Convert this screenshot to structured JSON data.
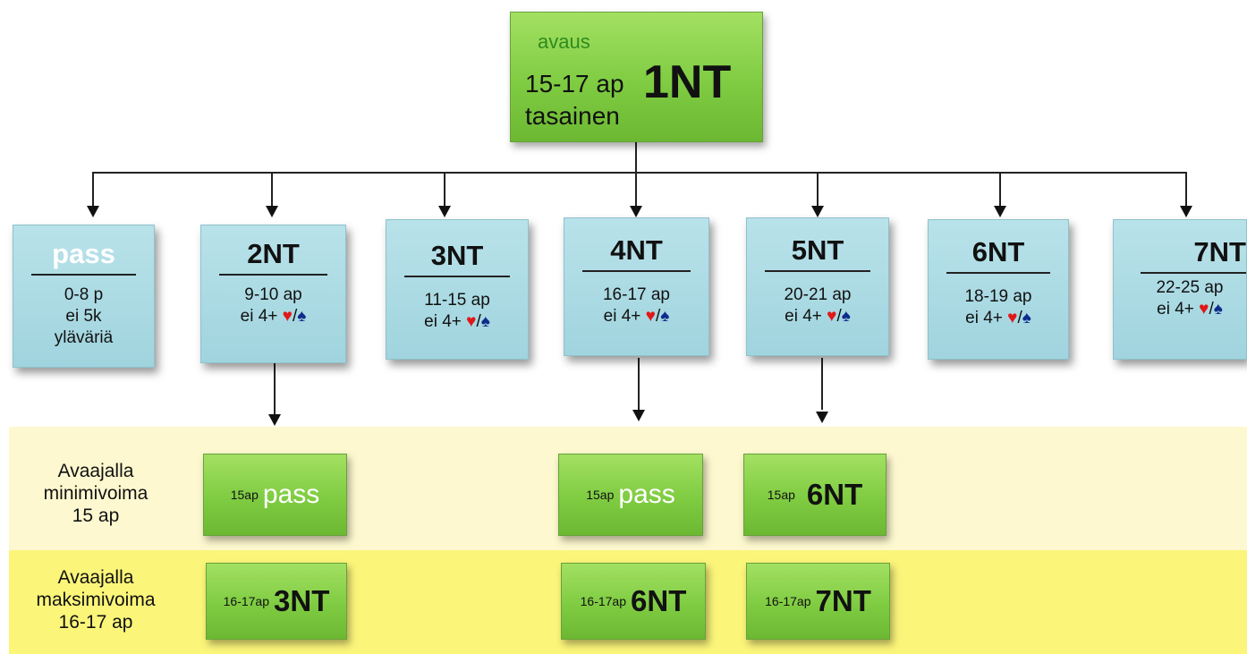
{
  "opening": {
    "label": "avaus",
    "points": "15-17 ap",
    "bid": "1NT",
    "shape": "tasainen"
  },
  "responses": [
    {
      "bid": "pass",
      "lines": [
        "0-8 p",
        "ei 5k",
        "yläväriä"
      ]
    },
    {
      "bid": "2NT",
      "range": "9-10 ap",
      "prefix": "ei 4+",
      "heart": "♥",
      "sep": "/",
      "spade": "♠"
    },
    {
      "bid": "3NT",
      "range": "11-15 ap",
      "prefix": "ei 4+",
      "heart": "♥",
      "sep": "/",
      "spade": "♠"
    },
    {
      "bid": "4NT",
      "range": "16-17 ap",
      "prefix": "ei 4+",
      "heart": "♥",
      "sep": "/",
      "spade": "♠"
    },
    {
      "bid": "5NT",
      "range": "20-21 ap",
      "prefix": "ei 4+",
      "heart": "♥",
      "sep": "/",
      "spade": "♠"
    },
    {
      "bid": "6NT",
      "range": "18-19 ap",
      "prefix": "ei 4+",
      "heart": "♥",
      "sep": "/",
      "spade": "♠"
    },
    {
      "bid": "7NT",
      "range": "22-25 ap",
      "prefix": "ei 4+",
      "heart": "♥",
      "sep": "/",
      "spade": "♠"
    }
  ],
  "rows": {
    "minimum": {
      "lines": [
        "Avaajalla",
        "minimivoima",
        "15 ap"
      ]
    },
    "maximum": {
      "lines": [
        "Avaajalla",
        "maksimivoima",
        "16-17 ap"
      ]
    }
  },
  "rebids": {
    "after_2nt": {
      "minimum": {
        "points": "15ap",
        "bid": "pass"
      },
      "maximum": {
        "points": "16-17ap",
        "bid": "3NT"
      }
    },
    "after_4nt": {
      "minimum": {
        "points": "15ap",
        "bid": "pass"
      },
      "maximum": {
        "points": "16-17ap",
        "bid": "6NT"
      }
    },
    "after_5nt": {
      "minimum": {
        "points": "15ap",
        "bid": "6NT"
      },
      "maximum": {
        "points": "16-17ap",
        "bid": "7NT"
      }
    }
  },
  "colors": {
    "green_box": "#7fcc42",
    "teal_box": "#a0d4de",
    "band_minimum": "#fdf8cf",
    "band_maximum": "#fbf57a",
    "avaus_text": "#2e8b1e",
    "heart": "#e01818",
    "spade": "#0f2c8c"
  }
}
